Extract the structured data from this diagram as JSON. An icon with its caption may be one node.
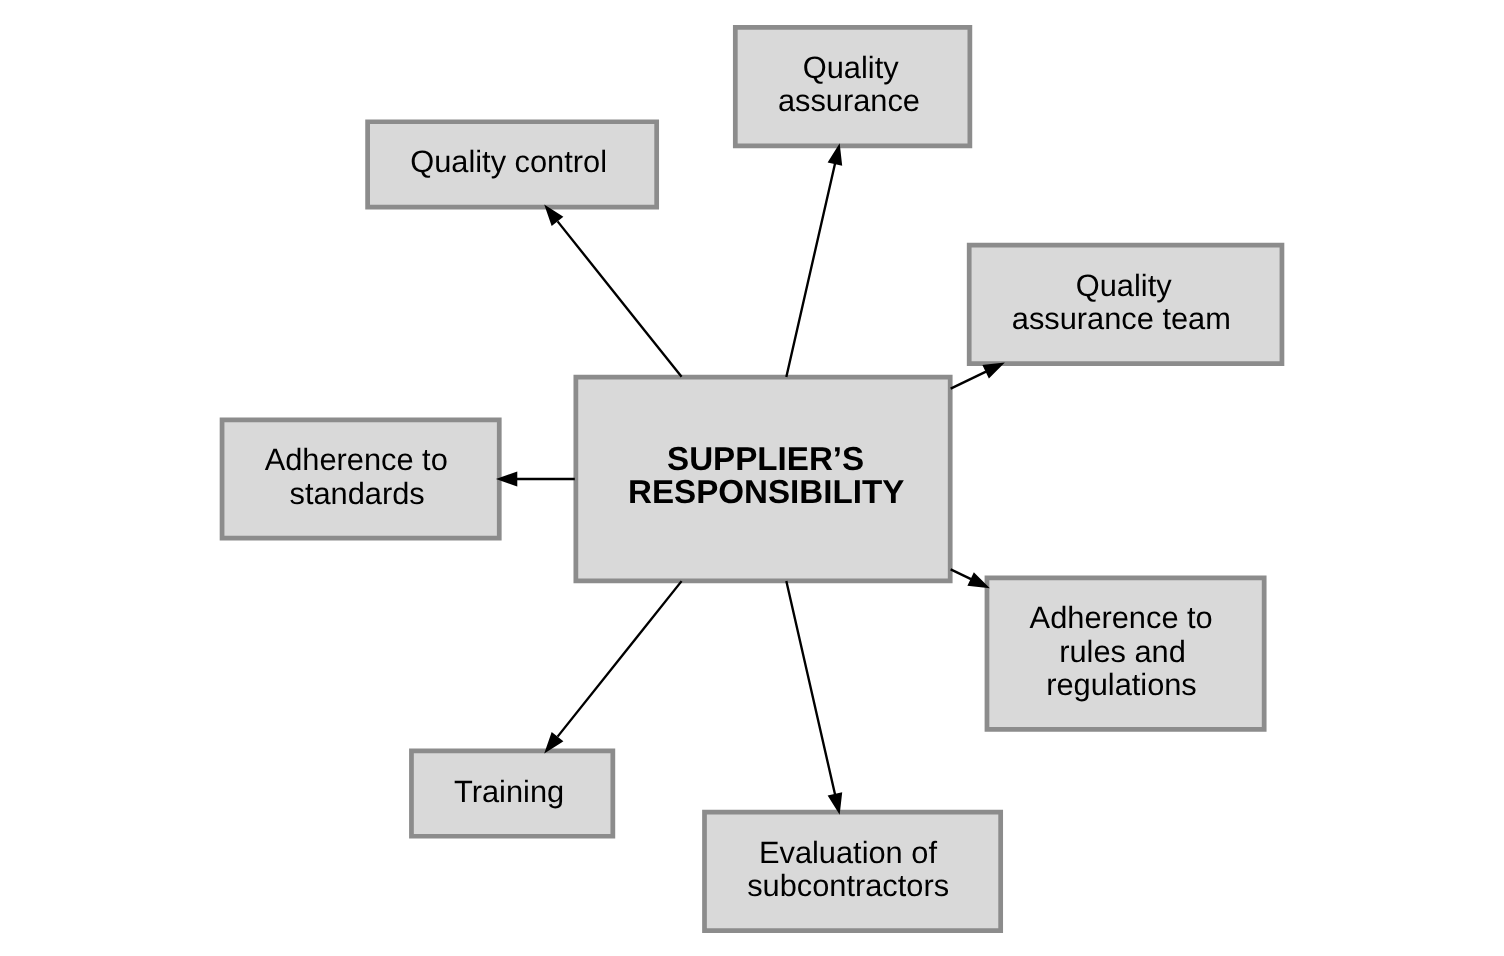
{
  "diagram": {
    "nodes": [
      {
        "text": [
          "Quality assurance team"
        ]
      },
      {
        "text": [
          "Quality assurance"
        ]
      },
      {
        "text": [
          "Quality control"
        ]
      },
      {
        "text": [
          "Adherence to standards"
        ]
      },
      {
        "text": [
          "Training"
        ]
      },
      {
        "text": [
          "Evaluation of subcontractors"
        ]
      },
      {
        "text": [
          "SUPPLIER’S RESPONSIBILITY"
        ]
      },
      {
        "text": [
          "Adherence to rules and regulations"
        ]
      }
    ],
    "edges": [
      {
        "from": 6,
        "to": 0,
        "arrow": "to"
      },
      {
        "from": 6,
        "to": 1,
        "arrow": "to"
      },
      {
        "from": 6,
        "to": 2,
        "arrow": "to"
      },
      {
        "from": 6,
        "to": 3,
        "arrow": "to"
      },
      {
        "from": 6,
        "to": 4,
        "arrow": "to"
      },
      {
        "from": 6,
        "to": 5,
        "arrow": "to"
      },
      {
        "from": 6,
        "to": 7,
        "arrow": "to"
      }
    ]
  }
}
